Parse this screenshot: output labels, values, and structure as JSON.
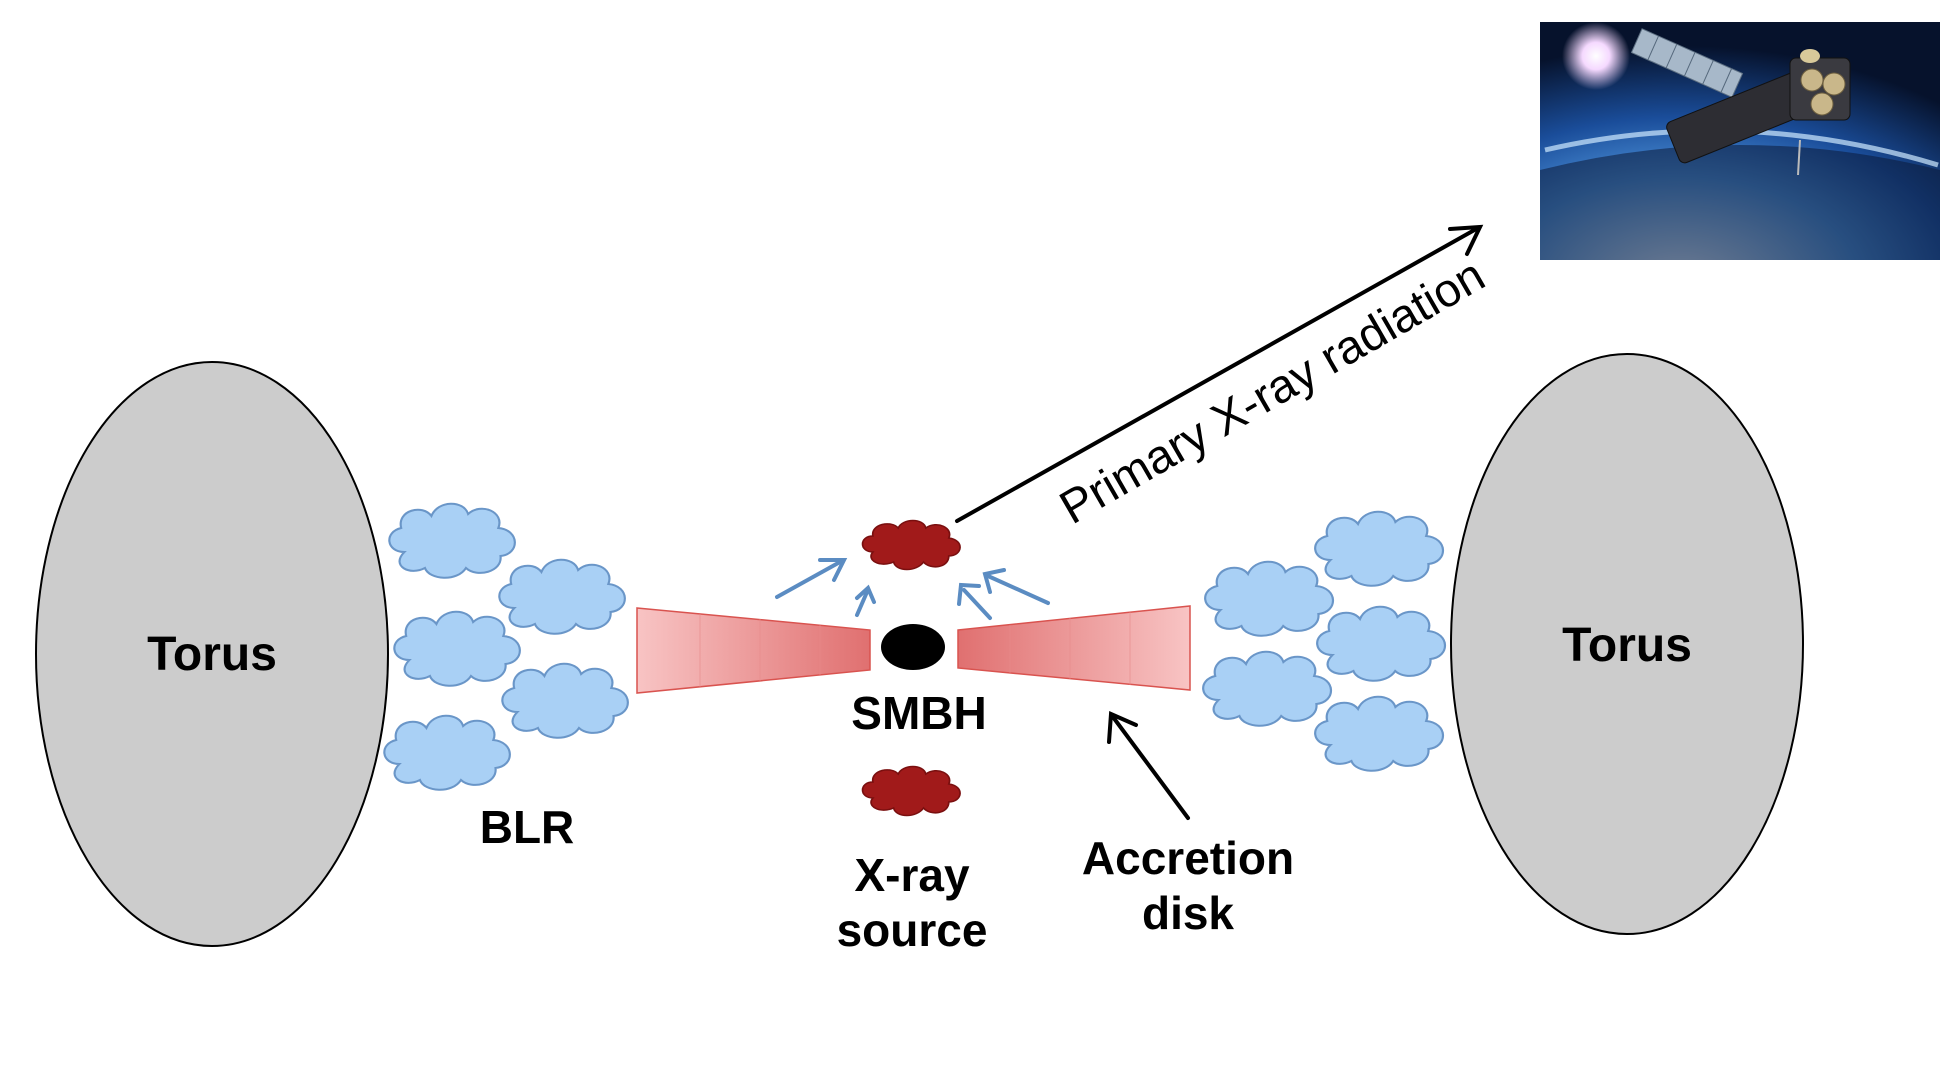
{
  "labels": {
    "torus_left": "Torus",
    "torus_right": "Torus",
    "blr": "BLR",
    "smbh": "SMBH",
    "xray_source_line1": "X-ray",
    "xray_source_line2": "source",
    "accretion_line1": "Accretion",
    "accretion_line2": "disk",
    "primary_radiation": "Primary X-ray radiation"
  },
  "colors": {
    "torus_fill": "#cccccc",
    "cloud_fill": "#a9d0f5",
    "cloud_stroke": "#6a96c8",
    "disk_fill": "#f4a6a6",
    "disk_stroke": "#d9534f",
    "xray_cloud": "#a11a1a",
    "blue_arrow": "#5b8cc2",
    "black": "#000000"
  },
  "satellite_image": {
    "icon": "satellite-over-earth-icon"
  }
}
